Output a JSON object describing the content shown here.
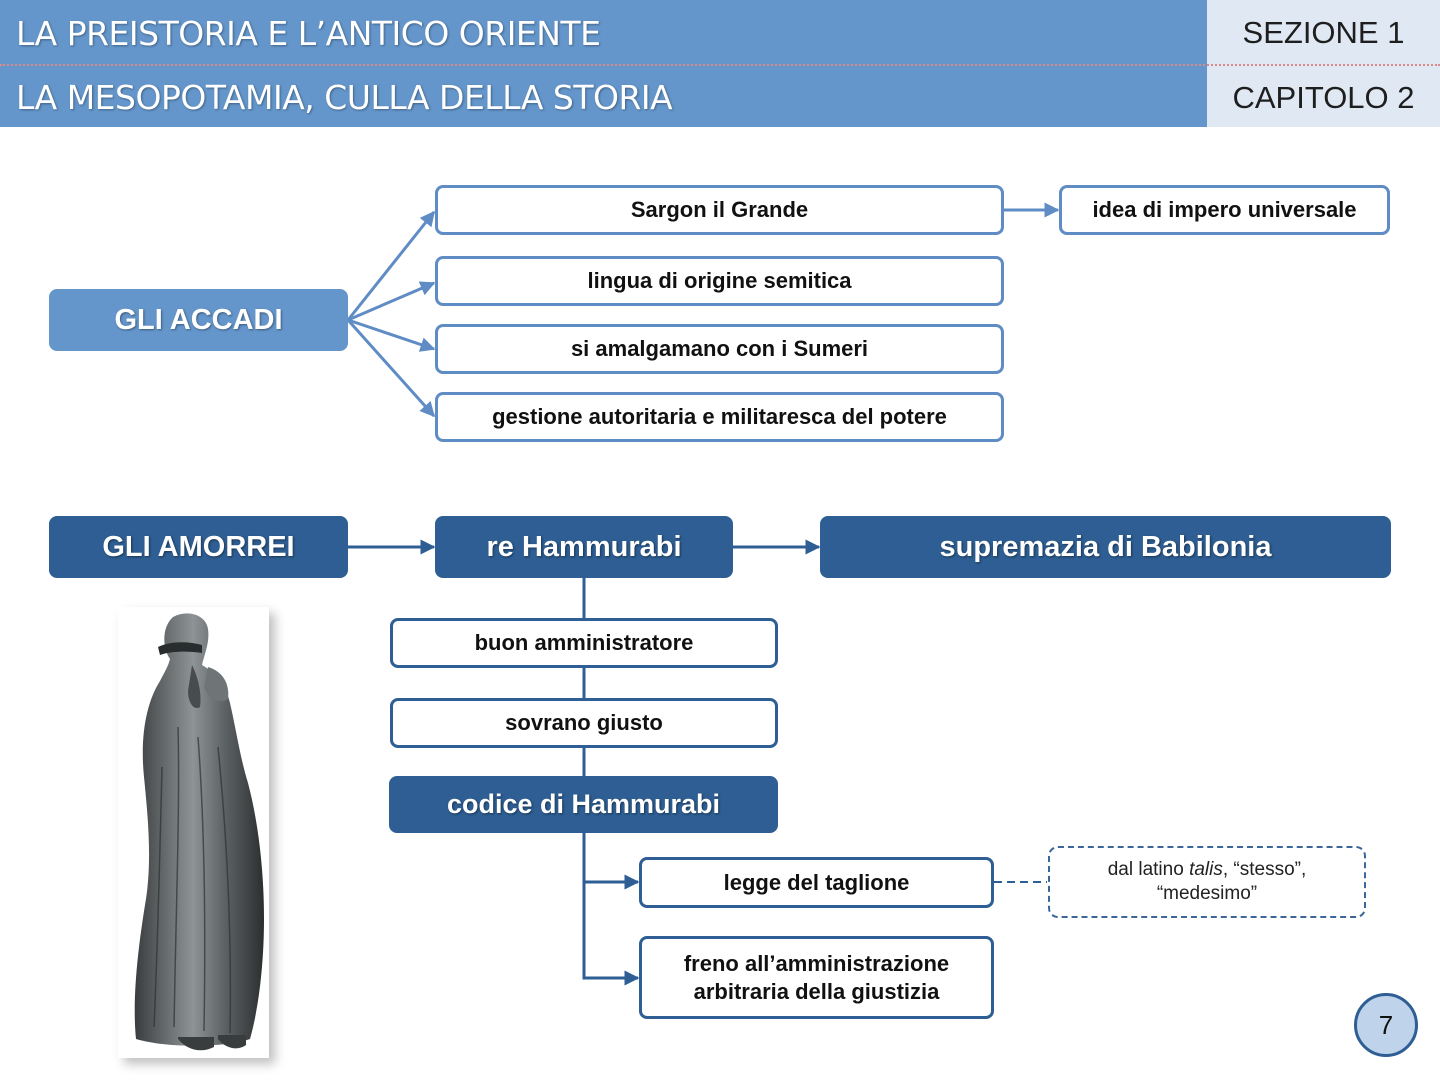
{
  "header": {
    "title_top": "LA PREISTORIA E L’ANTICO ORIENTE",
    "title_bottom": "LA MESOPOTAMIA, CULLA DELLA STORIA",
    "section": "SEZIONE 1",
    "chapter": "CAPITOLO 2"
  },
  "accadi": {
    "label": "GLI ACCADI",
    "sargon": "Sargon il Grande",
    "idea": "idea di impero universale",
    "lingua": "lingua di origine semitica",
    "sumeri": "si amalgamano con i Sumeri",
    "gestione": "gestione autoritaria e militaresca del potere"
  },
  "amorrei": {
    "label": "GLI AMORREI",
    "hammurabi": "re Hammurabi",
    "babilonia": "supremazia di Babilonia",
    "amministratore": "buon amministratore",
    "giusto": "sovrano giusto",
    "codice": "codice di Hammurabi",
    "taglione": "legge del taglione",
    "freno_1": "freno all’amministrazione",
    "freno_2": "arbitraria della giustizia",
    "note_a": "dal latino ",
    "note_b": "talis",
    "note_c": ", “stesso”,",
    "note_d": "“medesimo”"
  },
  "page_number": "7",
  "colors": {
    "header_blue": "#6496cb",
    "dark_blue": "#2e5e93",
    "border_blue": "#5f8cc4"
  }
}
